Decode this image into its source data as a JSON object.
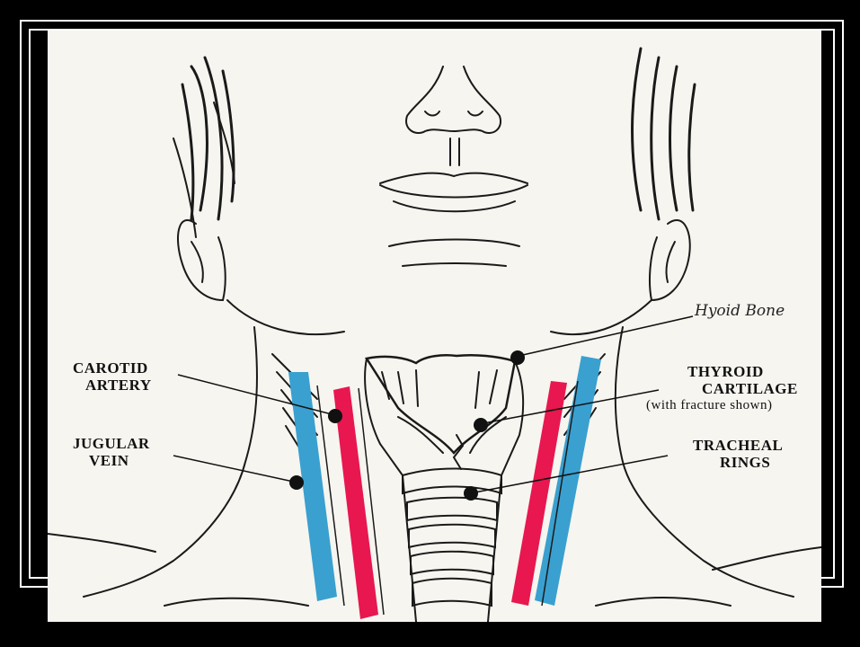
{
  "labels": {
    "carotid_line1": "CAROTID",
    "carotid_line2": "ARTERY",
    "jugular_line1": "JUGULAR",
    "jugular_line2": "VEIN",
    "hyoid": "Hyoid Bone",
    "thyroid_line1": "THYROID",
    "thyroid_line2": "CARTILAGE",
    "thyroid_line3": "(with fracture shown)",
    "tracheal_line1": "TRACHEAL",
    "tracheal_line2": "RINGS"
  },
  "colors": {
    "artery": "#e8174f",
    "vein": "#3aa0cf",
    "ink": "#111111",
    "paper": "#f6f5f0"
  }
}
